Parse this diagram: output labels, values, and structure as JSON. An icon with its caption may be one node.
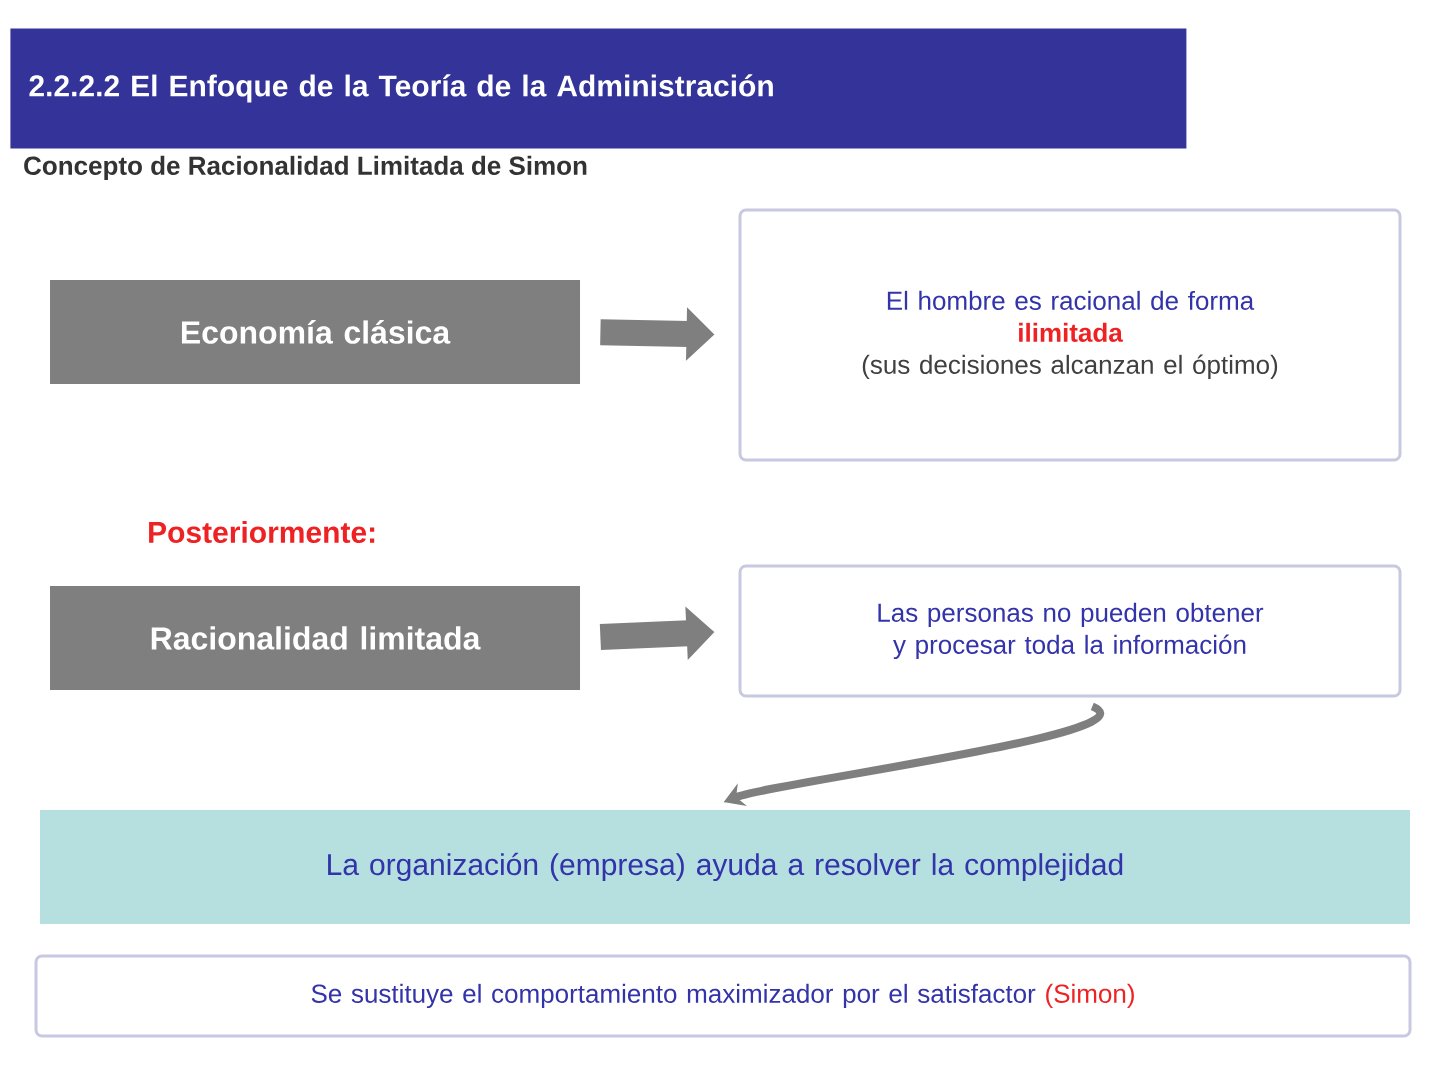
{
  "diagram": {
    "title": "2.2.2.2 El Enfoque de la Teoría de la Administración",
    "nodes": [
      {
        "text": [
          "Economía clásica"
        ]
      },
      {
        "text": [
          "El hombre es racional de forma",
          "ilimitada",
          "(sus decisiones alcanzan el óptimo)"
        ]
      },
      {
        "text": [
          "Racionalidad limitada"
        ]
      },
      {
        "text": [
          "Las personas no pueden obtener y procesar toda la información"
        ]
      },
      {
        "text": [
          "La organización (empresa) ayuda a resolver la complejidad"
        ]
      },
      {
        "text": [
          "Se sustituye el comportamiento maximizador por el satisfactor",
          "(Simon)"
        ]
      }
    ],
    "edges": [
      {
        "from": 0,
        "to": 1,
        "arrow": "to"
      },
      {
        "from": 2,
        "to": 3,
        "arrow": "to"
      },
      {
        "from": 3,
        "to": 4,
        "arrow": "to"
      }
    ],
    "labels": [
      "Concepto de Racionalidad Limitada de Simon",
      "Posteriormente:"
    ]
  }
}
